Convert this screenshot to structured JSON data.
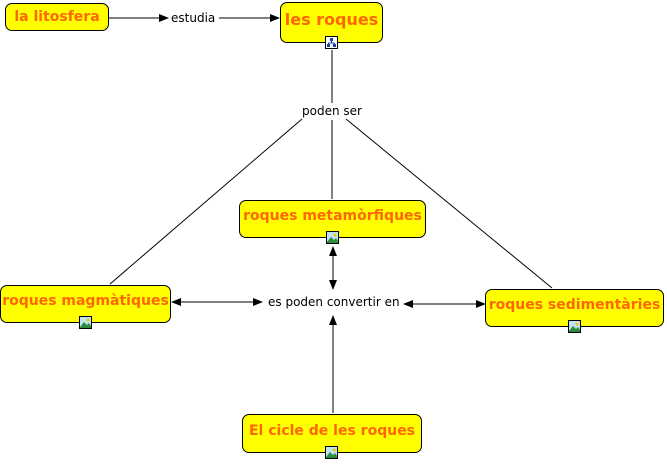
{
  "concepts": {
    "litosfera": "la litosfera",
    "roques": "les roques",
    "metamorfiques": "roques metamòrfiques",
    "magmatiques": "roques magmàtiques",
    "sedimentaries": "roques sedimentàries",
    "cicle": "El cicle de les roques"
  },
  "links": {
    "estudia": "estudia",
    "poden_ser": "poden ser",
    "convertir": "es poden convertir en"
  },
  "icons": {
    "roques": "concept-map-icon",
    "metamorfiques": "image-icon",
    "magmatiques": "image-icon",
    "sedimentaries": "image-icon",
    "cicle": "image-icon"
  },
  "colors": {
    "concept_fill": "#ffff00",
    "concept_text": "#ff6600",
    "line": "#000000"
  }
}
